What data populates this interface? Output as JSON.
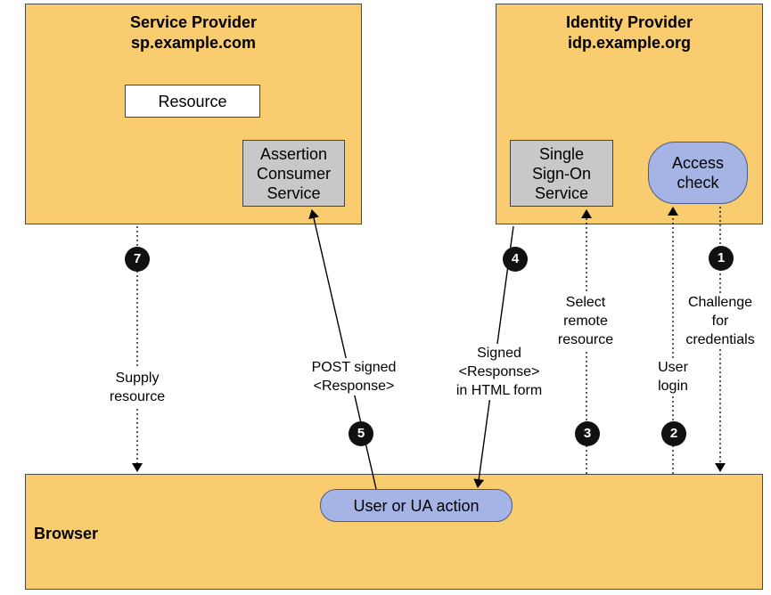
{
  "service_provider": {
    "title": "Service Provider",
    "host": "sp.example.com",
    "resource": "Resource",
    "acs_lines": [
      "Assertion",
      "Consumer",
      "Service"
    ]
  },
  "identity_provider": {
    "title": "Identity Provider",
    "host": "idp.example.org",
    "sso_lines": [
      "Single",
      "Sign-On",
      "Service"
    ],
    "access_check_lines": [
      "Access",
      "check"
    ]
  },
  "browser": {
    "label": "Browser",
    "action": "User or UA action"
  },
  "steps": [
    {
      "number": "1",
      "label_lines": [
        "Challenge",
        "for",
        "credentials"
      ]
    },
    {
      "number": "2",
      "label_lines": [
        "User",
        "login"
      ]
    },
    {
      "number": "3",
      "label_lines": [
        "Select",
        "remote",
        "resource"
      ]
    },
    {
      "number": "4",
      "label_lines": [
        "Signed",
        "<Response>",
        "in HTML form"
      ]
    },
    {
      "number": "5",
      "label_lines": [
        "POST signed",
        "<Response>"
      ]
    },
    {
      "number": "7",
      "label_lines": [
        "Supply",
        "resource"
      ]
    }
  ],
  "colors": {
    "provider_fill": "#f9cd6f",
    "service_fill": "#c8c8c8",
    "pill_fill": "#a5b4e4",
    "badge_fill": "#111111"
  }
}
